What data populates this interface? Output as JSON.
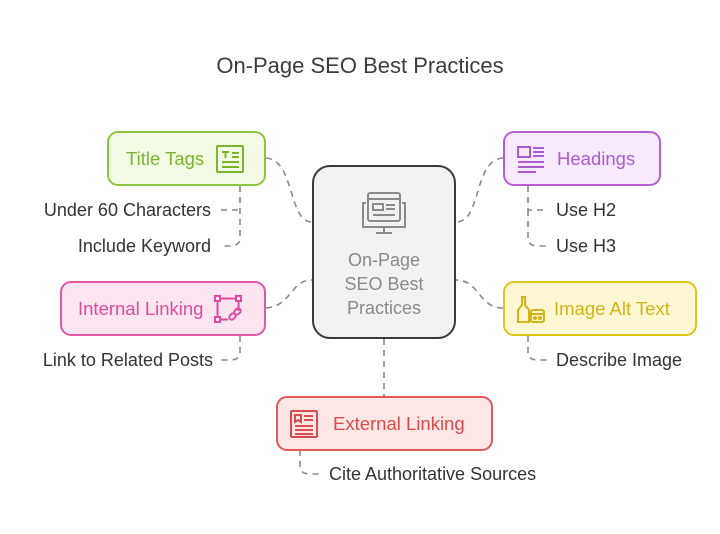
{
  "title": "On-Page SEO Best Practices",
  "center": {
    "line1": "On-Page",
    "line2": "SEO Best",
    "line3": "Practices",
    "icon": "web-monitor-icon"
  },
  "nodes": {
    "title_tags": {
      "label": "Title Tags",
      "icon": "text-document-icon",
      "color": "#8cc63f",
      "fill": "#f2f9e4",
      "children": [
        "Under 60 Characters",
        "Include Keyword"
      ]
    },
    "headings": {
      "label": "Headings",
      "icon": "article-layout-icon",
      "color": "#b85ed8",
      "fill": "#f8eafd",
      "children": [
        "Use H2",
        "Use H3"
      ]
    },
    "internal_linking": {
      "label": "Internal Linking",
      "icon": "link-shape-icon",
      "color": "#e05aa8",
      "fill": "#fce4f1",
      "children": [
        "Link to Related Posts"
      ]
    },
    "image_alt_text": {
      "label": "Image Alt Text",
      "icon": "bottle-image-icon",
      "color": "#e1c418",
      "fill": "#fcf7d2",
      "children": [
        "Describe Image"
      ]
    },
    "external_linking": {
      "label": "External Linking",
      "icon": "newspaper-icon",
      "color": "#e05a5a",
      "fill": "#fde6e6",
      "children": [
        "Cite Authoritative Sources"
      ]
    }
  }
}
